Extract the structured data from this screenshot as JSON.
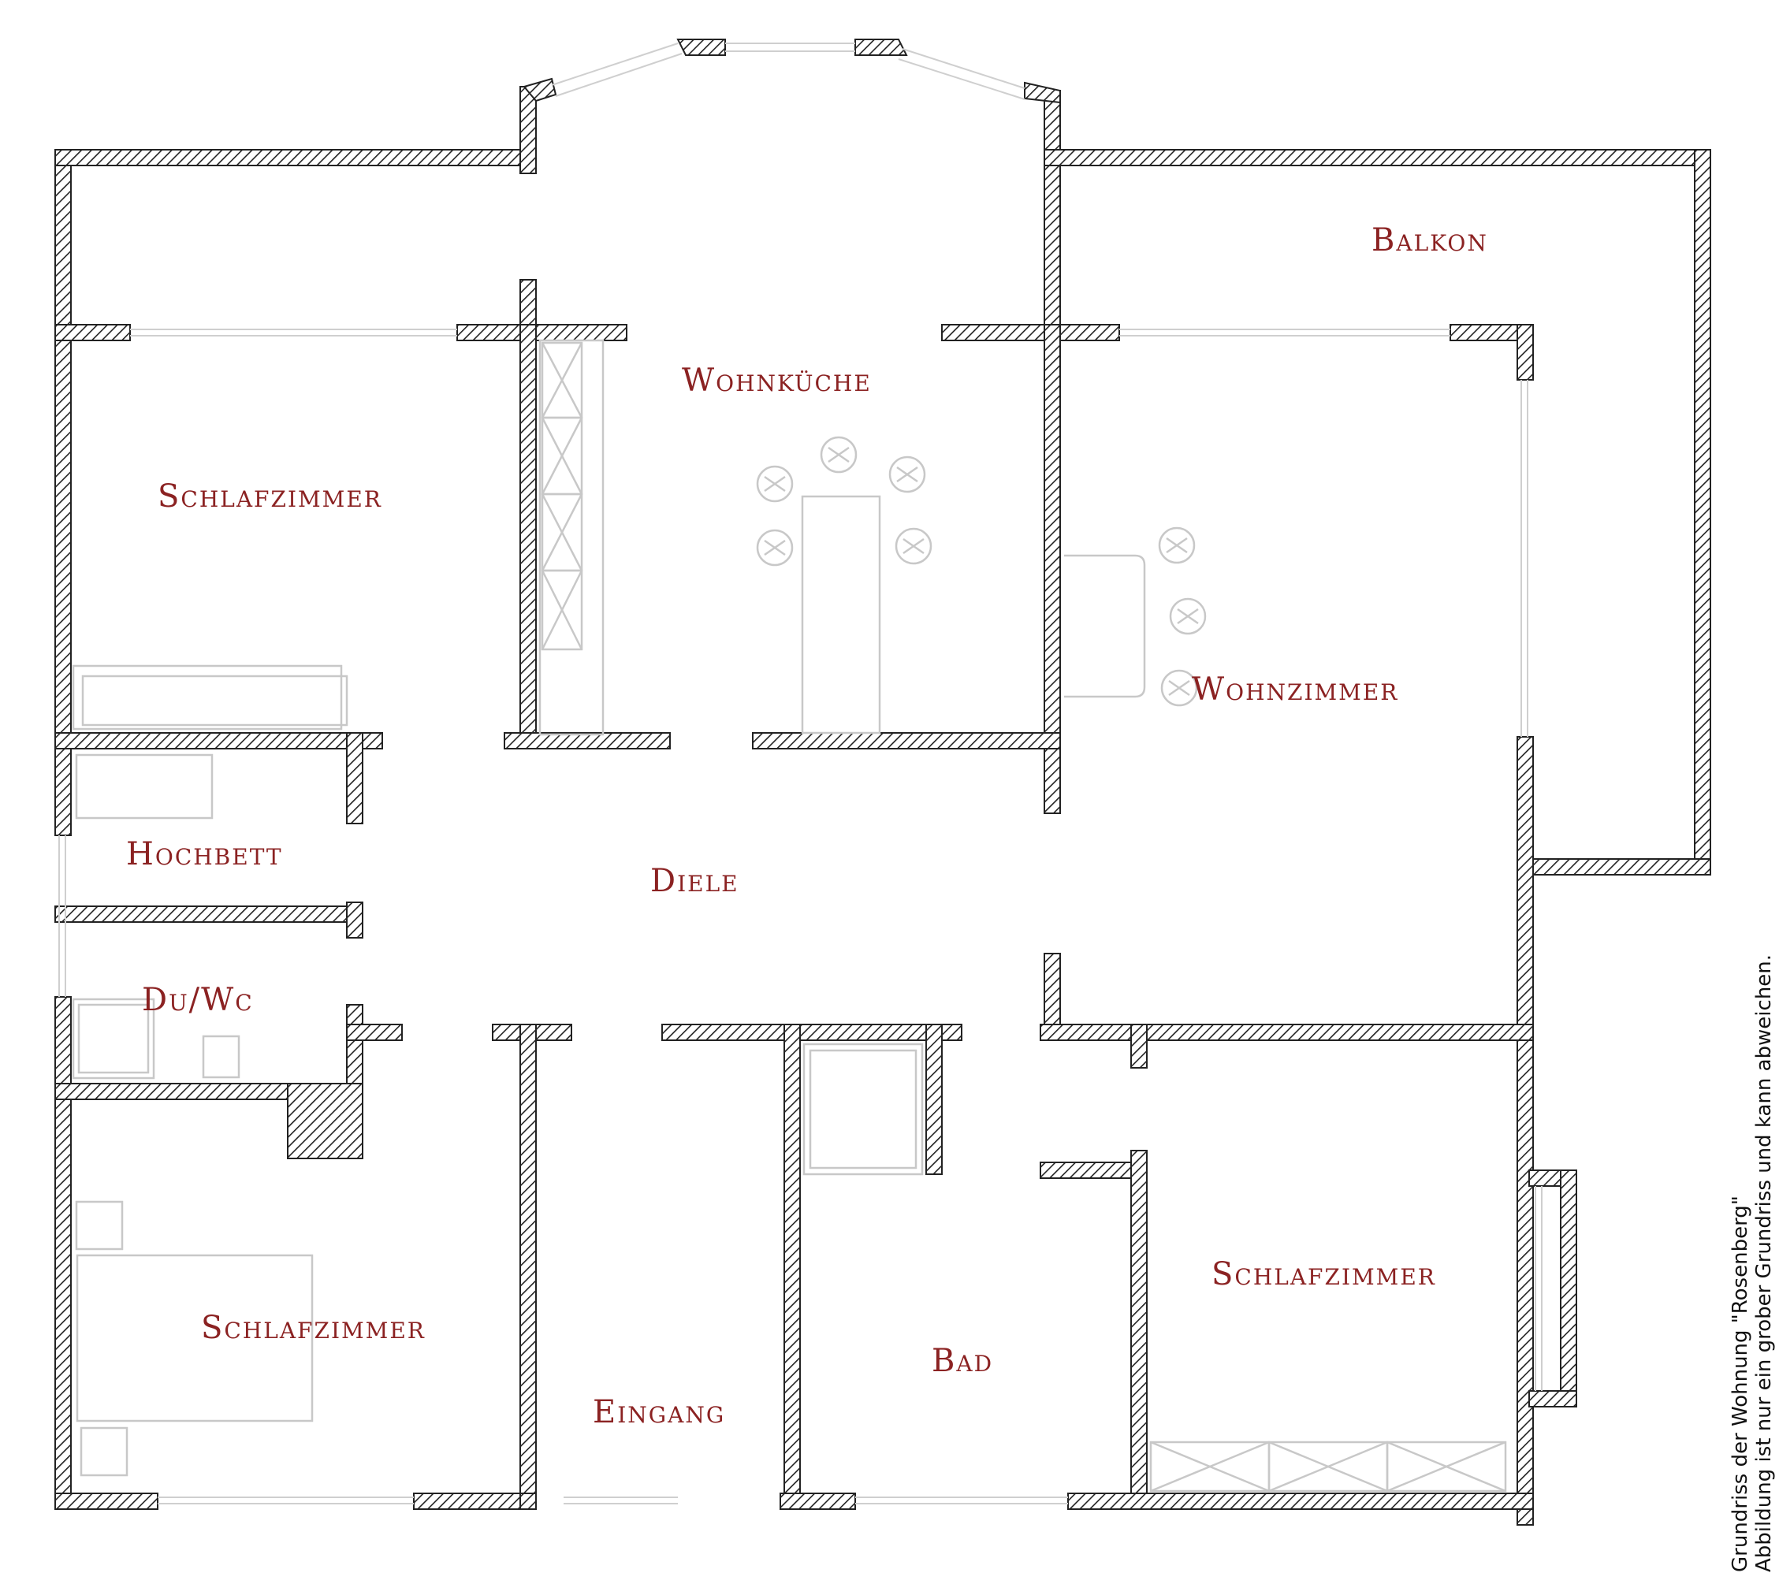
{
  "colors": {
    "wall_hatch": "#222222",
    "wall_outline": "#222222",
    "furniture": "#c8c8c8",
    "label": "#8b2222",
    "background": "#ffffff"
  },
  "rooms": {
    "balkon": "Balkon",
    "wohnkueche": "Wohnküche",
    "schlafzimmer_nw": "Schlafzimmer",
    "wohnzimmer": "Wohnzimmer",
    "hochbett": "Hochbett",
    "diele": "Diele",
    "du_wc": "Du/Wc",
    "schlafzimmer_sw": "Schlafzimmer",
    "eingang": "Eingang",
    "bad": "Bad",
    "schlafzimmer_se": "Schlafzimmer"
  },
  "caption": {
    "line1": "Grundriss der Wohnung \"Rosenberg\"",
    "line2": "Abbildung ist nur ein grober Grundriss und kann abweichen."
  }
}
